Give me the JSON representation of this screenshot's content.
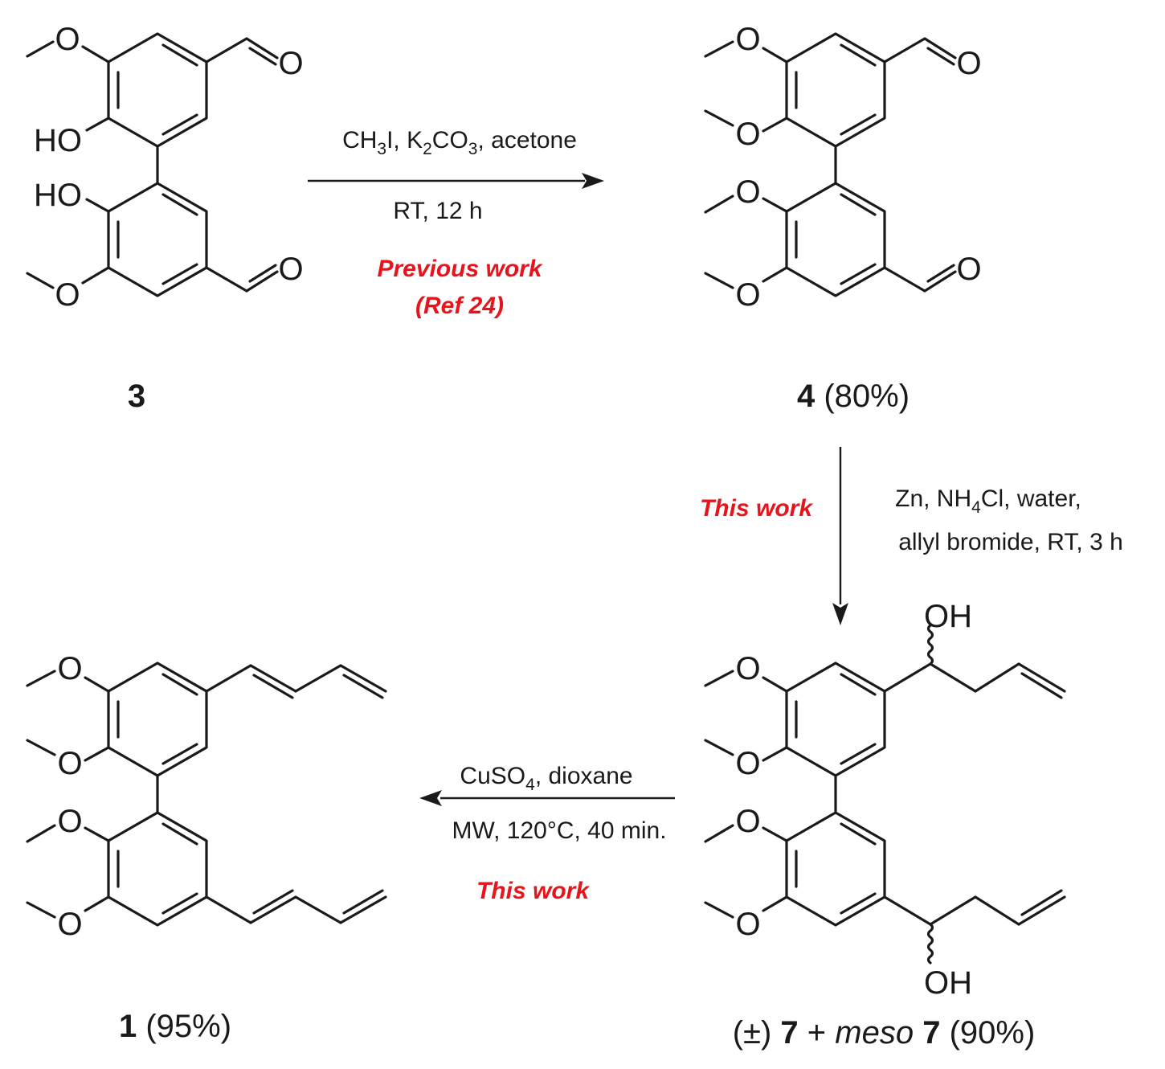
{
  "compounds": {
    "c3": {
      "label": "3"
    },
    "c4": {
      "label": "4",
      "yield": "(80%)"
    },
    "c7": {
      "prefix": "(±)",
      "label1": "7",
      "plus": "+",
      "meso": "meso",
      "label2": "7",
      "yield": "(90%)"
    },
    "c1": {
      "label": "1",
      "yield": "(95%)"
    }
  },
  "atoms": {
    "o": "O",
    "ho": "HO",
    "oh": "OH"
  },
  "reactions": {
    "r1": {
      "ch3i": "CH",
      "ch3i_sub": "3",
      "ch3i_end": "I, K",
      "k2_sub": "2",
      "co3": "CO",
      "co3_sub": "3",
      "rest": ", acetone",
      "line2": "RT, 12 h",
      "note1": "Previous work",
      "note2": "(Ref 24)"
    },
    "r2": {
      "line1a": "Zn, NH",
      "line1_sub": "4",
      "line1b": "Cl, water,",
      "line2": "allyl bromide, RT, 3 h",
      "note": "This work"
    },
    "r3": {
      "line1a": "CuSO",
      "line1_sub": "4",
      "line1b": ", dioxane",
      "line2": "MW, 120°C, 40 min.",
      "note": "This work"
    }
  }
}
